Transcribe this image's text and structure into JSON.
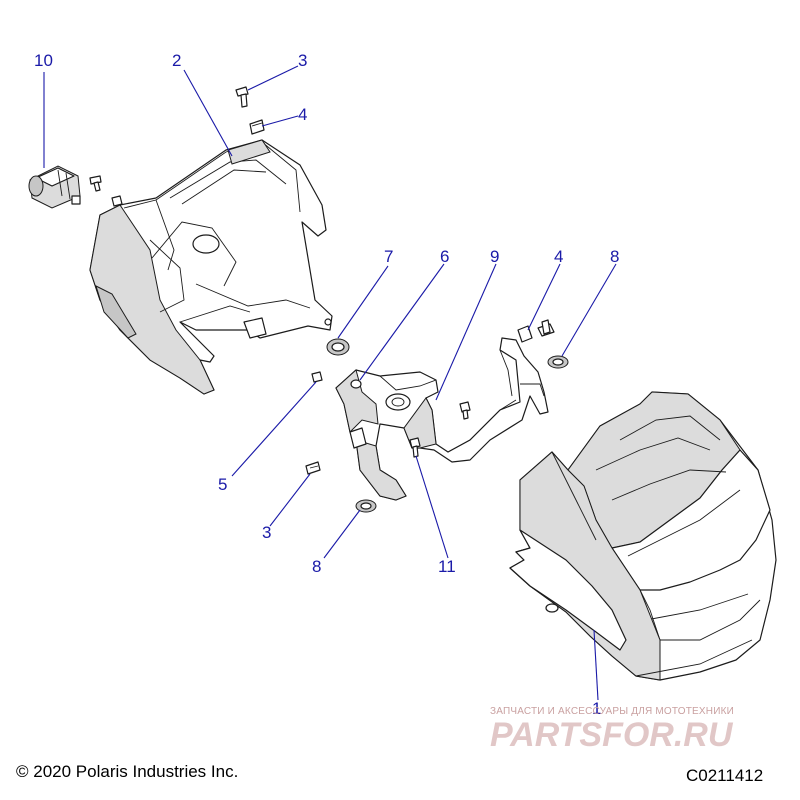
{
  "callouts": [
    {
      "id": "c10",
      "label": "10"
    },
    {
      "id": "c2",
      "label": "2"
    },
    {
      "id": "c3a",
      "label": "3"
    },
    {
      "id": "c4a",
      "label": "4"
    },
    {
      "id": "c7",
      "label": "7"
    },
    {
      "id": "c6",
      "label": "6"
    },
    {
      "id": "c9",
      "label": "9"
    },
    {
      "id": "c4b",
      "label": "4"
    },
    {
      "id": "c8a",
      "label": "8"
    },
    {
      "id": "c5",
      "label": "5"
    },
    {
      "id": "c3b",
      "label": "3"
    },
    {
      "id": "c8b",
      "label": "8"
    },
    {
      "id": "c11",
      "label": "11"
    },
    {
      "id": "c1",
      "label": "1"
    }
  ],
  "footer": {
    "copyright": "© 2020 Polaris Industries Inc.",
    "diagram_code": "C0211412"
  },
  "watermark": {
    "caption": "ЗАПЧАСТИ И АКСЕССУАРЫ ДЛЯ МОТОТЕХНИКИ",
    "logo_text": "PARTSFOR.RU",
    "color": "#c99a9a"
  },
  "colors": {
    "callout": "#1a1aa8",
    "linework": "#1c1c1c"
  }
}
